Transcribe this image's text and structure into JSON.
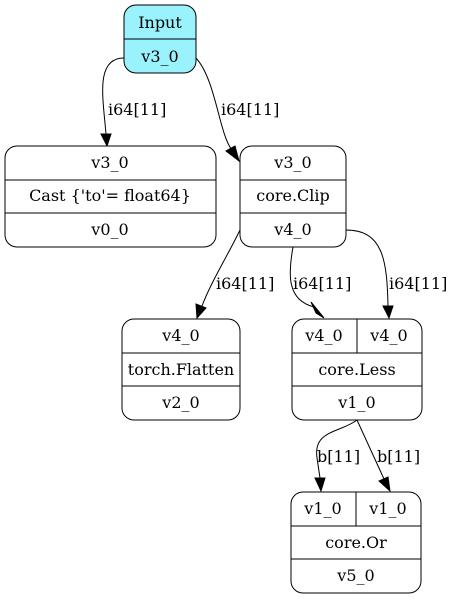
{
  "colors": {
    "input_fill": "#99f2fc",
    "stroke": "#000000",
    "background": "#ffffff"
  },
  "nodes": {
    "input": {
      "title": "Input",
      "output": "v3_0"
    },
    "cast": {
      "input": "v3_0",
      "op": "Cast {'to'= float64}",
      "output": "v0_0"
    },
    "clip": {
      "input": "v3_0",
      "op": "core.Clip",
      "output": "v4_0"
    },
    "flatten": {
      "input": "v4_0",
      "op": "torch.Flatten",
      "output": "v2_0"
    },
    "less": {
      "input_a": "v4_0",
      "input_b": "v4_0",
      "op": "core.Less",
      "output": "v1_0"
    },
    "or": {
      "input_a": "v1_0",
      "input_b": "v1_0",
      "op": "core.Or",
      "output": "v5_0"
    }
  },
  "edges": {
    "input_to_cast": "i64[11]",
    "input_to_clip": "i64[11]",
    "clip_to_flatten": "i64[11]",
    "clip_to_less_a": "i64[11]",
    "clip_to_less_b": "i64[11]",
    "less_to_or_a": "b[11]",
    "less_to_or_b": "b[11]"
  }
}
